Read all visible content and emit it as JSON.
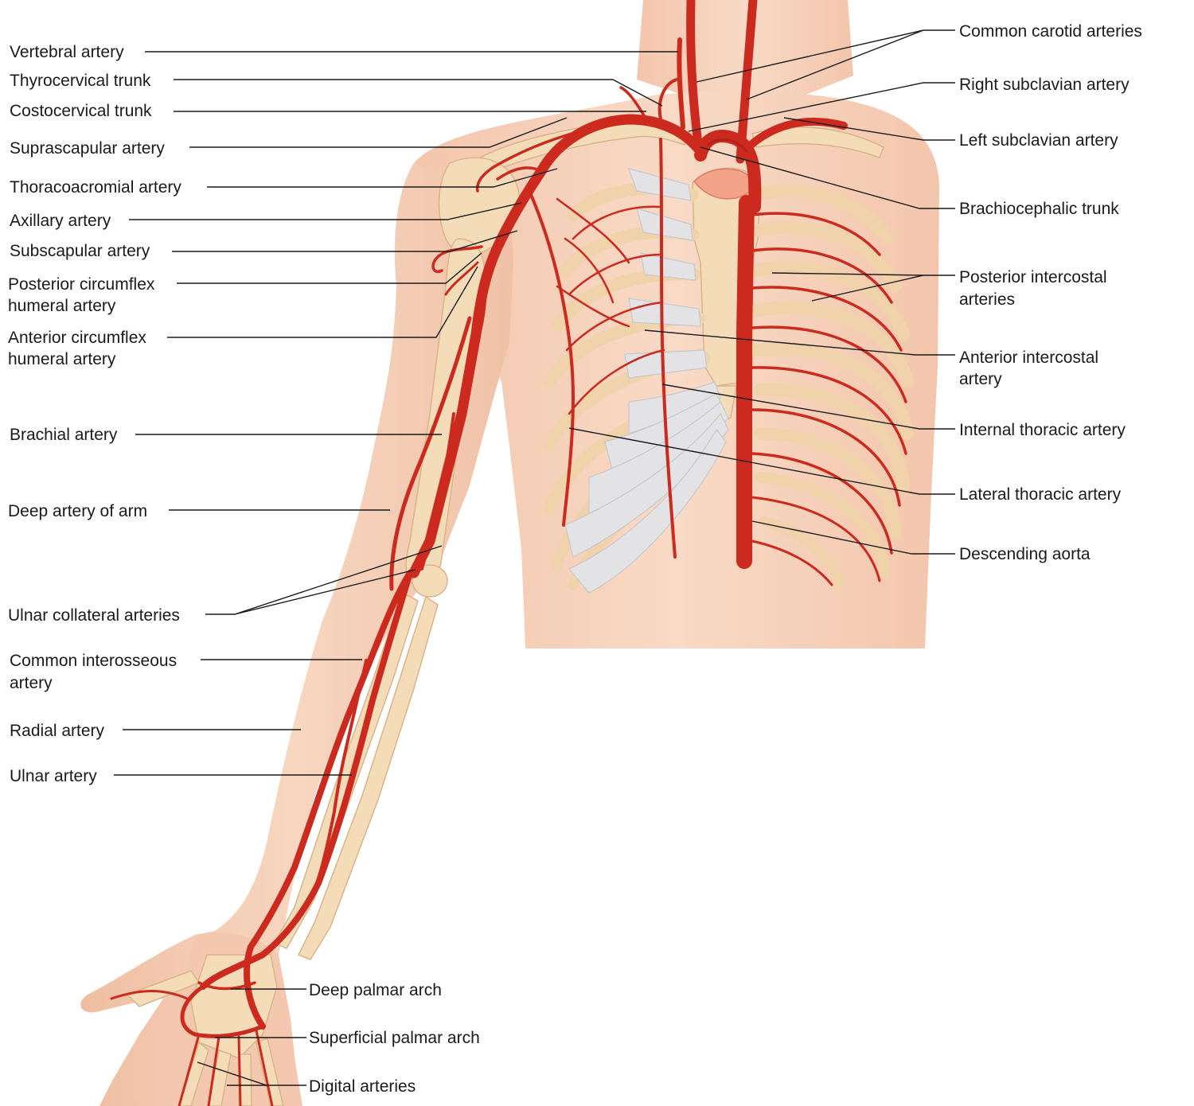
{
  "labels": {
    "vertebral_artery": "Vertebral artery",
    "thyrocervical_trunk": "Thyrocervical trunk",
    "costocervical_trunk": "Costocervical trunk",
    "suprascapular_artery": "Suprascapular artery",
    "thoracoacromial_artery": "Thoracoacromial artery",
    "axillary_artery": "Axillary artery",
    "subscapular_artery": "Subscapular artery",
    "posterior_circumflex": [
      "Posterior circumflex",
      "humeral artery"
    ],
    "anterior_circumflex": [
      "Anterior circumflex",
      "humeral artery"
    ],
    "brachial_artery": "Brachial artery",
    "deep_artery_of_arm": "Deep artery of arm",
    "ulnar_collateral_arteries": "Ulnar collateral arteries",
    "common_interosseous": [
      "Common interosseous",
      "artery"
    ],
    "radial_artery": "Radial artery",
    "ulnar_artery": "Ulnar artery",
    "deep_palmar_arch": "Deep palmar arch",
    "superficial_palmar_arch": "Superficial palmar arch",
    "digital_arteries": "Digital arteries",
    "common_carotid_arteries": "Common carotid arteries",
    "right_subclavian_artery": "Right subclavian artery",
    "left_subclavian_artery": "Left subclavian artery",
    "brachiocephalic_trunk": "Brachiocephalic trunk",
    "posterior_intercostal": [
      "Posterior intercostal",
      "arteries"
    ],
    "anterior_intercostal": [
      "Anterior intercostal",
      "artery"
    ],
    "internal_thoracic_artery": "Internal thoracic artery",
    "lateral_thoracic_artery": "Lateral thoracic artery",
    "descending_aorta": "Descending aorta"
  },
  "colors": {
    "skin": "#f7d3bd",
    "skin_shadow": "#efc0a6",
    "artery": "#cc2a1e",
    "bone": "#f5dcb8",
    "cartilage": "#e3e3e6",
    "label_text": "#1a1a1a"
  }
}
